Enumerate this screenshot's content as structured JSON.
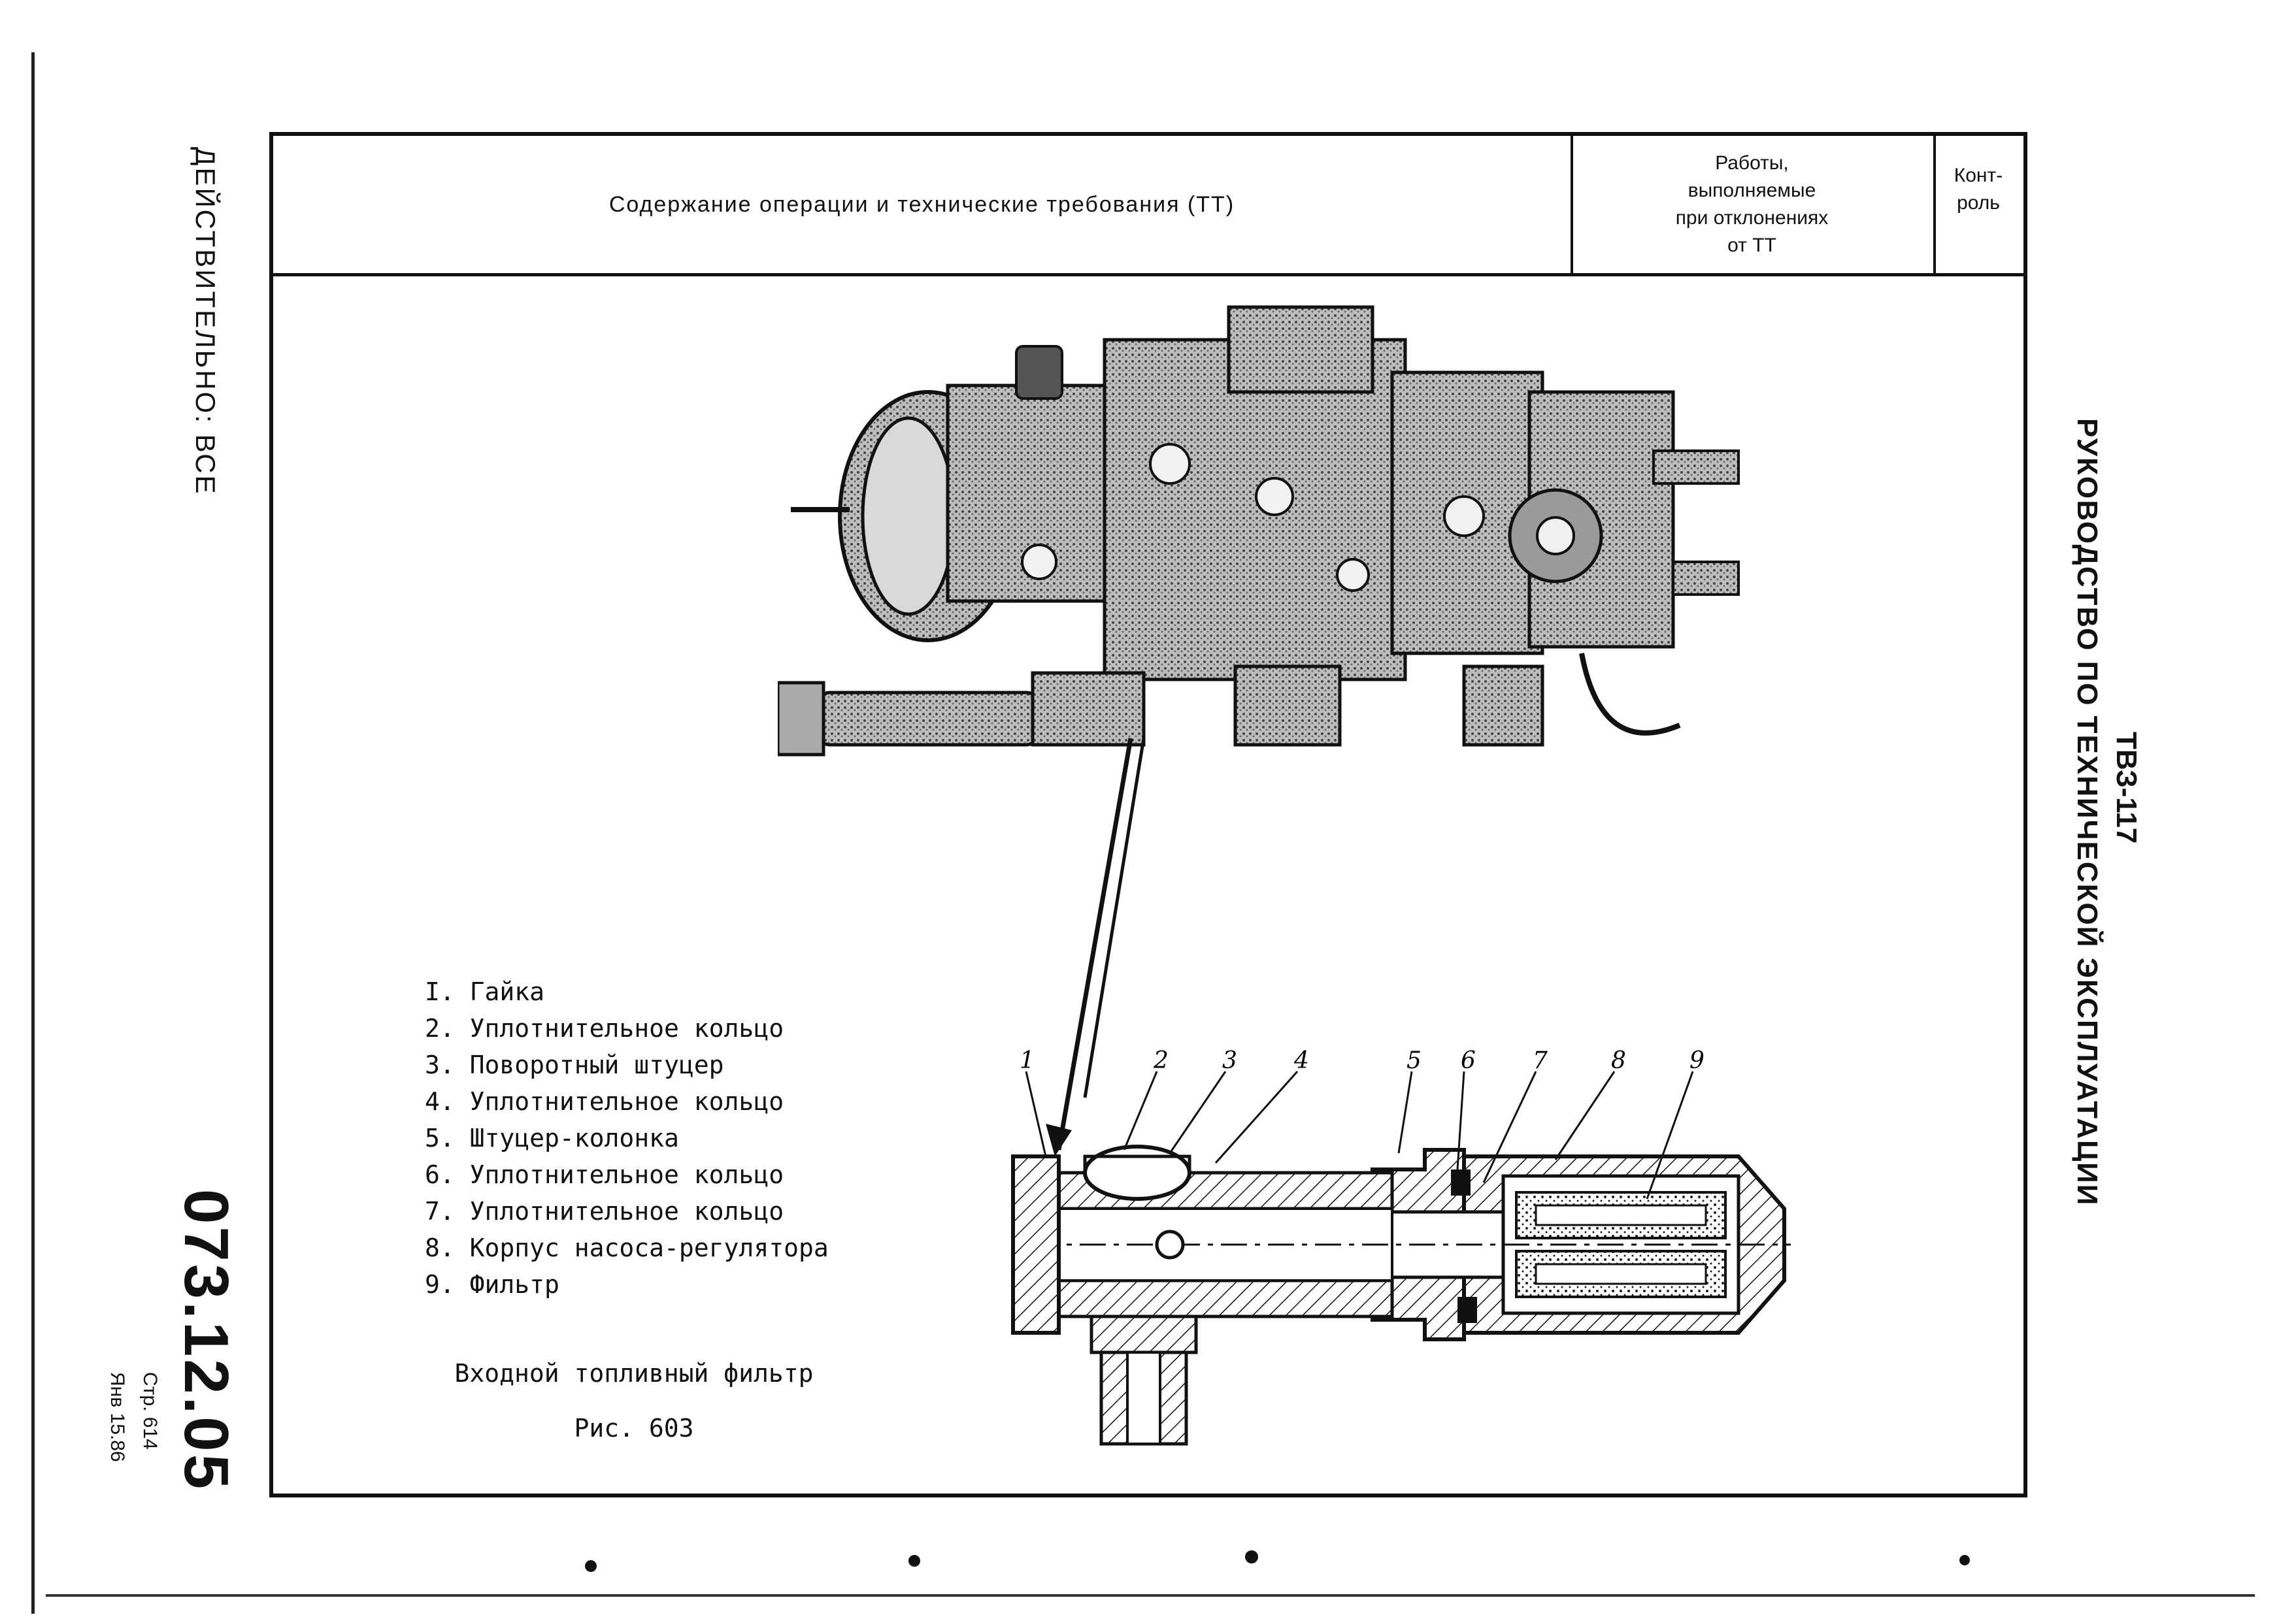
{
  "left_margin": {
    "effectivity": "ДЕЙСТВИТЕЛЬНО: ВСЕ"
  },
  "right_margin": {
    "doc_code": "ТВЗ-117",
    "doc_title": "РУКОВОДСТВО ПО ТЕХНИЧЕСКОЙ ЭКСПЛУАТАЦИИ"
  },
  "header": {
    "col_operation": "Содержание операции и технические требования (ТТ)",
    "col_deviation": "Работы,\nвыполняемые\nпри отклонениях\nот ТТ",
    "col_control": "Конт-\nроль"
  },
  "legend": [
    "I. Гайка",
    "2. Уплотнительное кольцо",
    "3. Поворотный штуцер",
    "4. Уплотнительное кольцо",
    "5. Штуцер-колонка",
    "6. Уплотнительное кольцо",
    "7. Уплотнительное кольцо",
    "8. Корпус насоса-регулятора",
    "9. Фильтр"
  ],
  "caption": {
    "title": "Входной топливный фильтр",
    "figure": "Рис. 603"
  },
  "callouts": [
    "1",
    "2",
    "3",
    "4",
    "5",
    "6",
    "7",
    "8",
    "9"
  ],
  "footer": {
    "section": "073.12.05",
    "page": "Стр. 614",
    "date": "Янв 15.86"
  }
}
